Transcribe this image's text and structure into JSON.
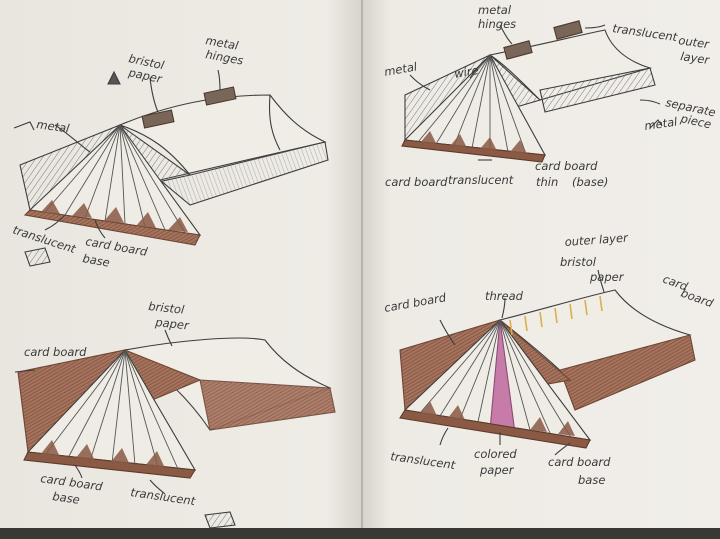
{
  "sketch_top_left": {
    "labels": {
      "bristol": "bristol",
      "paper": "paper",
      "metal_hinges_1": "metal",
      "metal_hinges_2": "hinges",
      "metal": "metal",
      "translucent": "translucent",
      "card_board": "card board",
      "base": "base"
    }
  },
  "sketch_bottom_left": {
    "labels": {
      "bristol": "bristol",
      "paper": "paper",
      "card_board": "card board",
      "card_board_base_1": "card board",
      "card_board_base_2": "base",
      "translucent": "translucent"
    }
  },
  "sketch_top_right": {
    "labels": {
      "metal_hinges_1": "metal",
      "metal_hinges_2": "hinges",
      "translucent_outer_1": "translucent",
      "translucent_outer_2": "outer",
      "translucent_outer_3": "layer",
      "wire": "wire",
      "metal_left": "metal",
      "separate_1": "separate",
      "separate_2": "piece",
      "metal_right": "metal",
      "card_board": "card board",
      "translucent": "translucent",
      "card_board_thin_1": "card board",
      "card_board_thin_2": "thin",
      "card_board_thin_3": "(base)"
    }
  },
  "sketch_bottom_right": {
    "labels": {
      "outer_layer": "outer layer",
      "bristol": "bristol",
      "paper": "paper",
      "thread": "thread",
      "card_board_left": "card board",
      "card_board_right_1": "card",
      "card_board_right_2": "board",
      "translucent": "translucent",
      "colored_1": "colored",
      "colored_2": "paper",
      "card_board_base_1": "card board",
      "card_board_base_2": "base"
    }
  },
  "colors": {
    "paper": "#eeeae3",
    "cardboard": "#8a5a45",
    "pencil": "#3d3d3d",
    "pink": "#c77ba8",
    "thread": "#d9b04a"
  }
}
